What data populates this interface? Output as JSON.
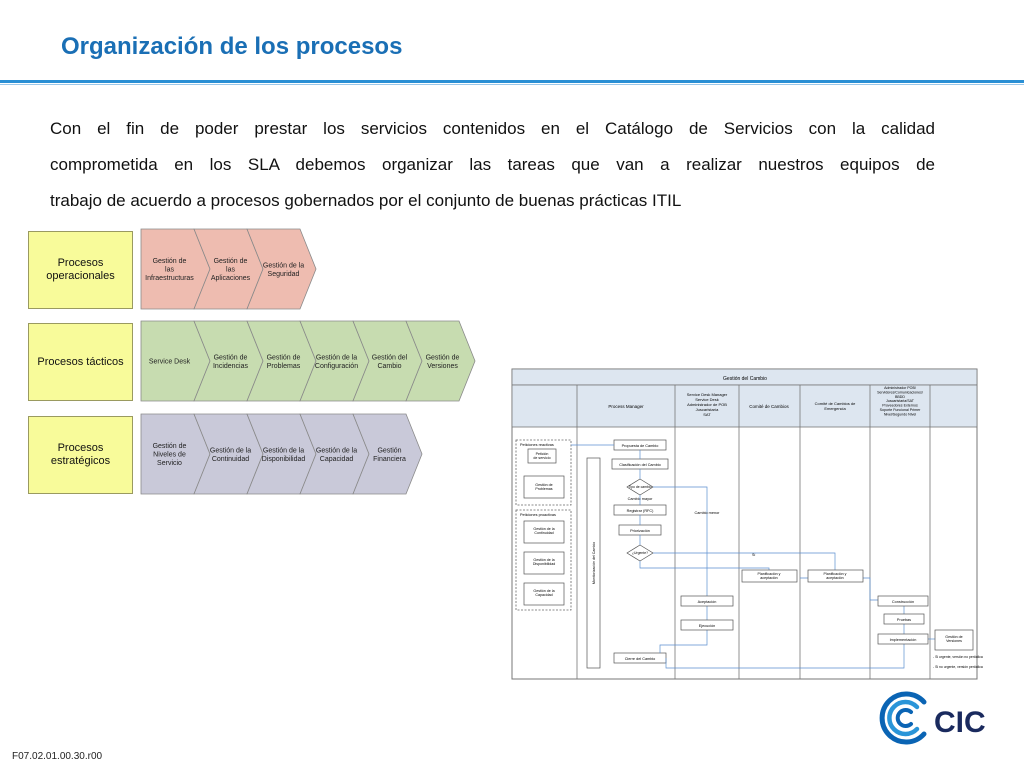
{
  "slide": {
    "title": "Organización de los procesos",
    "paragraph": [
      "Con el fin de poder prestar los servicios contenidos en el Catálogo de Servicios con la calidad",
      "comprometida en los SLA debemos organizar las tareas que van a realizar nuestros equipos de",
      "trabajo de acuerdo a procesos gobernados por el conjunto de buenas prácticas ITIL"
    ],
    "footer": "F07.02.01.00.30.r00",
    "logo_text": "CIC"
  },
  "process_map": {
    "colors": {
      "operational": "#eebcb0",
      "tactical": "#c7dcb0",
      "strategic": "#c9c9d9",
      "category": "#f8fb9a"
    },
    "rows": [
      {
        "category": "Procesos operacionales",
        "items": [
          "Gestión de las Infraestructuras",
          "Gestión de las Aplicaciones",
          "Gestión de la Seguridad"
        ]
      },
      {
        "category": "Procesos tácticos",
        "items": [
          "Service Desk",
          "Gestión de Incidencias",
          "Gestión de Problemas",
          "Gestión de la Configuración",
          "Gestión del Cambio",
          "Gestión de Versiones"
        ]
      },
      {
        "category": "Procesos estratégicos",
        "items": [
          "Gestión de Niveles de Servicio",
          "Gestión de la Continuidad",
          "Gestión de la Disponibilidad",
          "Gestión de la Capacidad",
          "Gestión Financiera"
        ]
      }
    ]
  },
  "flowchart": {
    "title": "Gestión del Cambio",
    "lanes": [
      "",
      "Process Manager",
      "Service Desk Manager Service Desk Administrador de POB Juscaristaría SAT",
      "Comité de Cambios",
      "Comité de Cambios de Emergencia",
      "Administrador POB/ Servidores/Comunicaciones/ BBDD Juscaristaria/SAT Proveedores Externos Soporte Funcional Primer Nivel/Segundo Nivel",
      ""
    ],
    "left_group_1": "Peticiones reactivas",
    "left_group_2": "Peticiones proactivas",
    "left_boxes": [
      "Petición de servicio",
      "Gestión de Problemas",
      "Gestión de la Continuidad",
      "Gestión de la Disponibilidad",
      "Gestión de la Capacidad"
    ],
    "vertical_label": "Monitorización del Cambio",
    "steps": [
      "Propuesta de Cambio",
      "Clasificación del Cambio",
      "Tipo de cambio",
      "Cambio mayor",
      "Registrar (RFC)",
      "Priorización",
      "¿Urgente?",
      "Cierre del Cambio"
    ],
    "labels": {
      "cambio_menor": "Cambio menor",
      "si": "Sí"
    },
    "sd_boxes": [
      "Aceptación",
      "Ejecución"
    ],
    "planning": [
      "Planificación y aceptación",
      "Planificación y aceptación"
    ],
    "admin_boxes": [
      "Construcción",
      "Pruebas",
      "Implementación"
    ],
    "versiones": "Gestión de Versiones",
    "notes": [
      "- Si urgente, versión no periódica",
      "- Si no urgente, versión periódica"
    ]
  }
}
